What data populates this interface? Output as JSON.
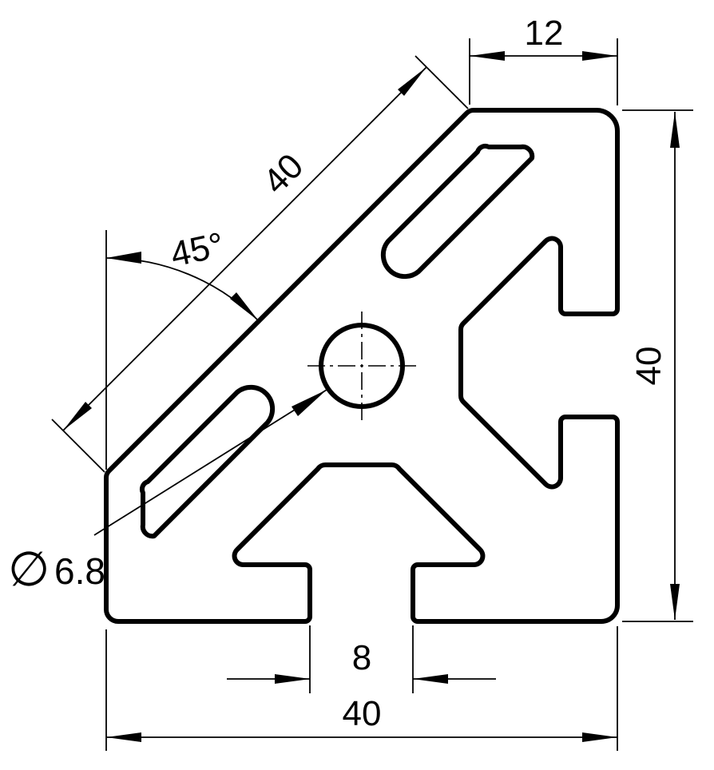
{
  "drawing": {
    "background": "#ffffff",
    "line_color": "#000000",
    "labels": {
      "dim_top_width": "12",
      "dim_right_height": "40",
      "dim_bottom_width": "40",
      "dim_slot_opening": "8",
      "dim_chamfer_length": "40",
      "dim_chamfer_angle": "45°",
      "hole_diameter_symbol": "∅",
      "hole_diameter_value": "6.8"
    }
  }
}
